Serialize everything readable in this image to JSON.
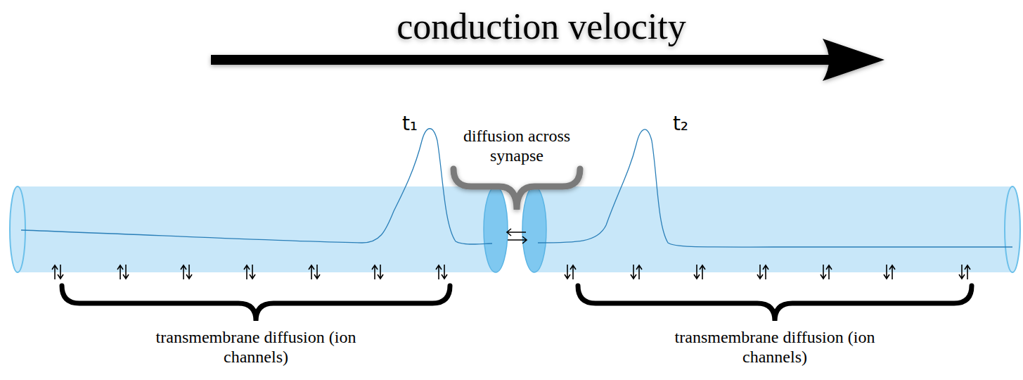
{
  "diagram": {
    "labels": [
      "conduction velocity",
      "t₁",
      "diffusion across synapse",
      "t₂",
      "transmembrane diffusion (ion channels)",
      "transmembrane diffusion (ion channels)"
    ]
  }
}
